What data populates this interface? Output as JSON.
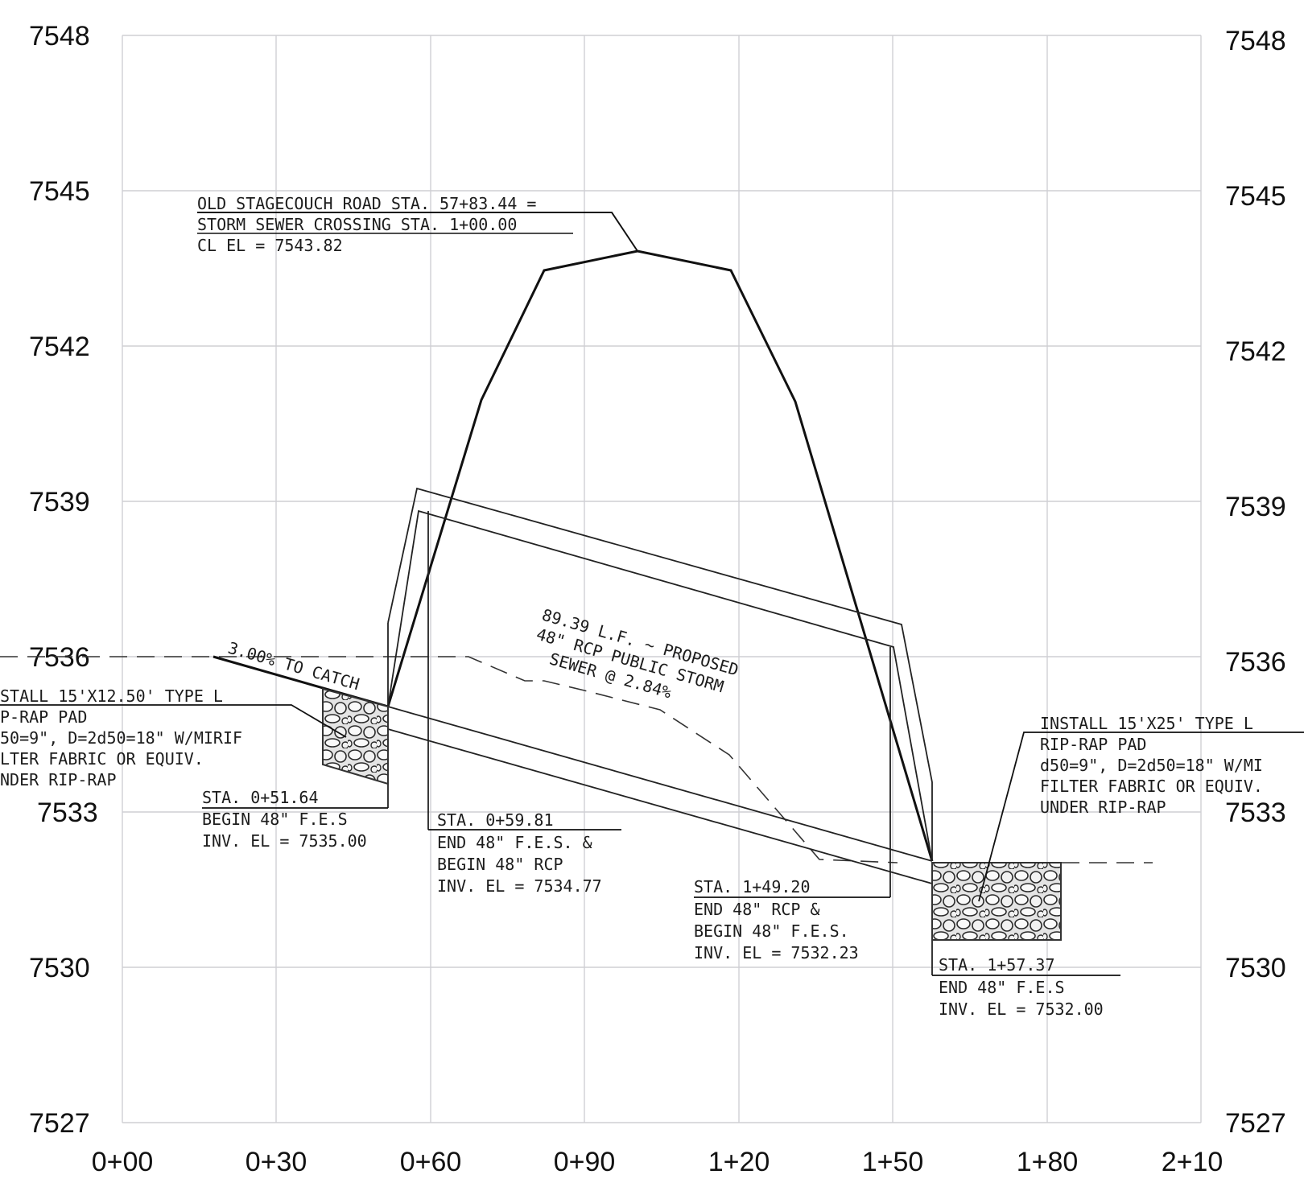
{
  "elevation_labels": [
    "7548",
    "7545",
    "7542",
    "7539",
    "7536",
    "7533",
    "7530",
    "7527"
  ],
  "station_labels": [
    "0+00",
    "0+30",
    "0+60",
    "0+90",
    "1+20",
    "1+50",
    "1+80",
    "2+10"
  ],
  "callouts": {
    "road_crossing": [
      "OLD STAGECOUCH ROAD STA. 57+83.44 =",
      "STORM SEWER CROSSING STA. 1+00.00",
      "CL EL = 7543.82"
    ],
    "pipe_description": [
      "89.39 L.F. ~ PROPOSED",
      "48\" RCP PUBLIC STORM",
      "SEWER @ 2.84%"
    ],
    "slope_note": "3.00% TO CATCH",
    "riprap_left": [
      "STALL 15'X12.50' TYPE L",
      "P-RAP PAD",
      "50=9\", D=2d50=18\" W/MIRIF",
      "LTER FABRIC OR EQUIV.",
      "NDER RIP-RAP"
    ],
    "riprap_right": [
      "INSTALL 15'X25' TYPE L",
      "RIP-RAP PAD",
      "d50=9\", D=2d50=18\" W/MI",
      "FILTER FABRIC OR EQUIV.",
      "UNDER RIP-RAP"
    ],
    "sta_0_51": [
      "STA. 0+51.64",
      "BEGIN 48\" F.E.S",
      "INV. EL = 7535.00"
    ],
    "sta_0_59": [
      "STA. 0+59.81",
      "END 48\" F.E.S. &",
      "BEGIN 48\" RCP",
      "INV. EL = 7534.77"
    ],
    "sta_1_49": [
      "STA. 1+49.20",
      "END 48\" RCP &",
      "BEGIN 48\" F.E.S.",
      "INV. EL = 7532.23"
    ],
    "sta_1_57": [
      "STA. 1+57.37",
      "END 48\" F.E.S",
      "INV. EL = 7532.00"
    ]
  }
}
